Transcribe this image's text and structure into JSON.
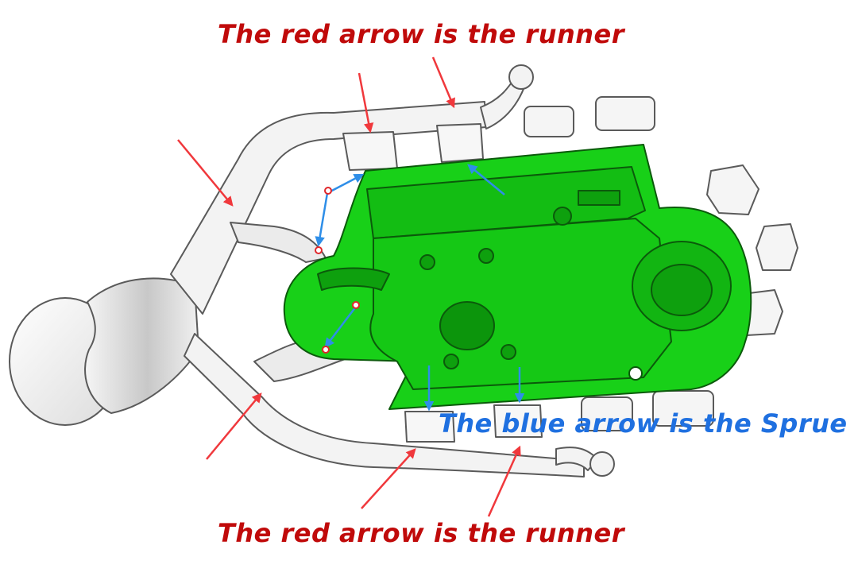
{
  "annotations": {
    "runner_label_top": "The red arrow is the runner",
    "runner_label_bottom": "The red arrow is the runner",
    "sprue_label": "The blue arrow is the Sprue"
  },
  "colors": {
    "runner_arrow": "#f0383c",
    "runner_text": "#c00a0a",
    "sprue_arrow": "#2e8ee8",
    "sprue_text": "#1f70e0",
    "part_green": "#18d018",
    "part_green_dark": "#0a9a0a",
    "runner_gray": "#f3f3f3",
    "edge": "#5a5a5a"
  },
  "icons": {
    "runner_marker": "red-arrow-icon",
    "sprue_marker": "blue-arrow-icon"
  }
}
